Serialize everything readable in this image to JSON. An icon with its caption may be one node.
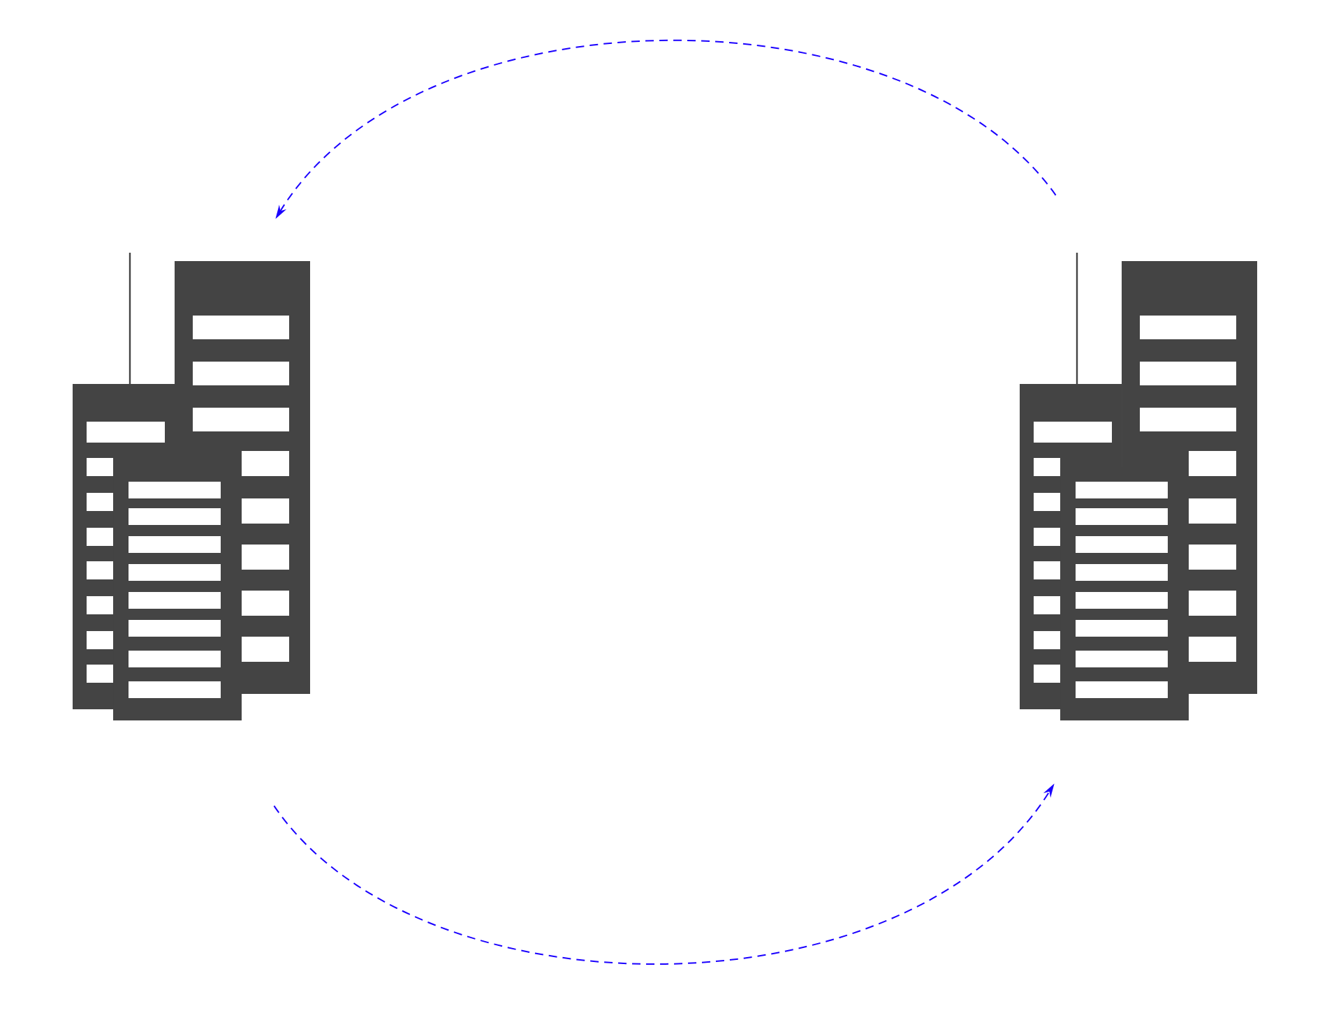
{
  "diagram": {
    "nodes": [
      {
        "text": [],
        "shape": "building"
      },
      {
        "text": [],
        "shape": "building"
      }
    ],
    "edges": [
      {
        "from": 1,
        "to": 0,
        "arrow": "to",
        "style": "dashed"
      },
      {
        "from": 0,
        "to": 1,
        "arrow": "to",
        "style": "dashed"
      }
    ]
  }
}
